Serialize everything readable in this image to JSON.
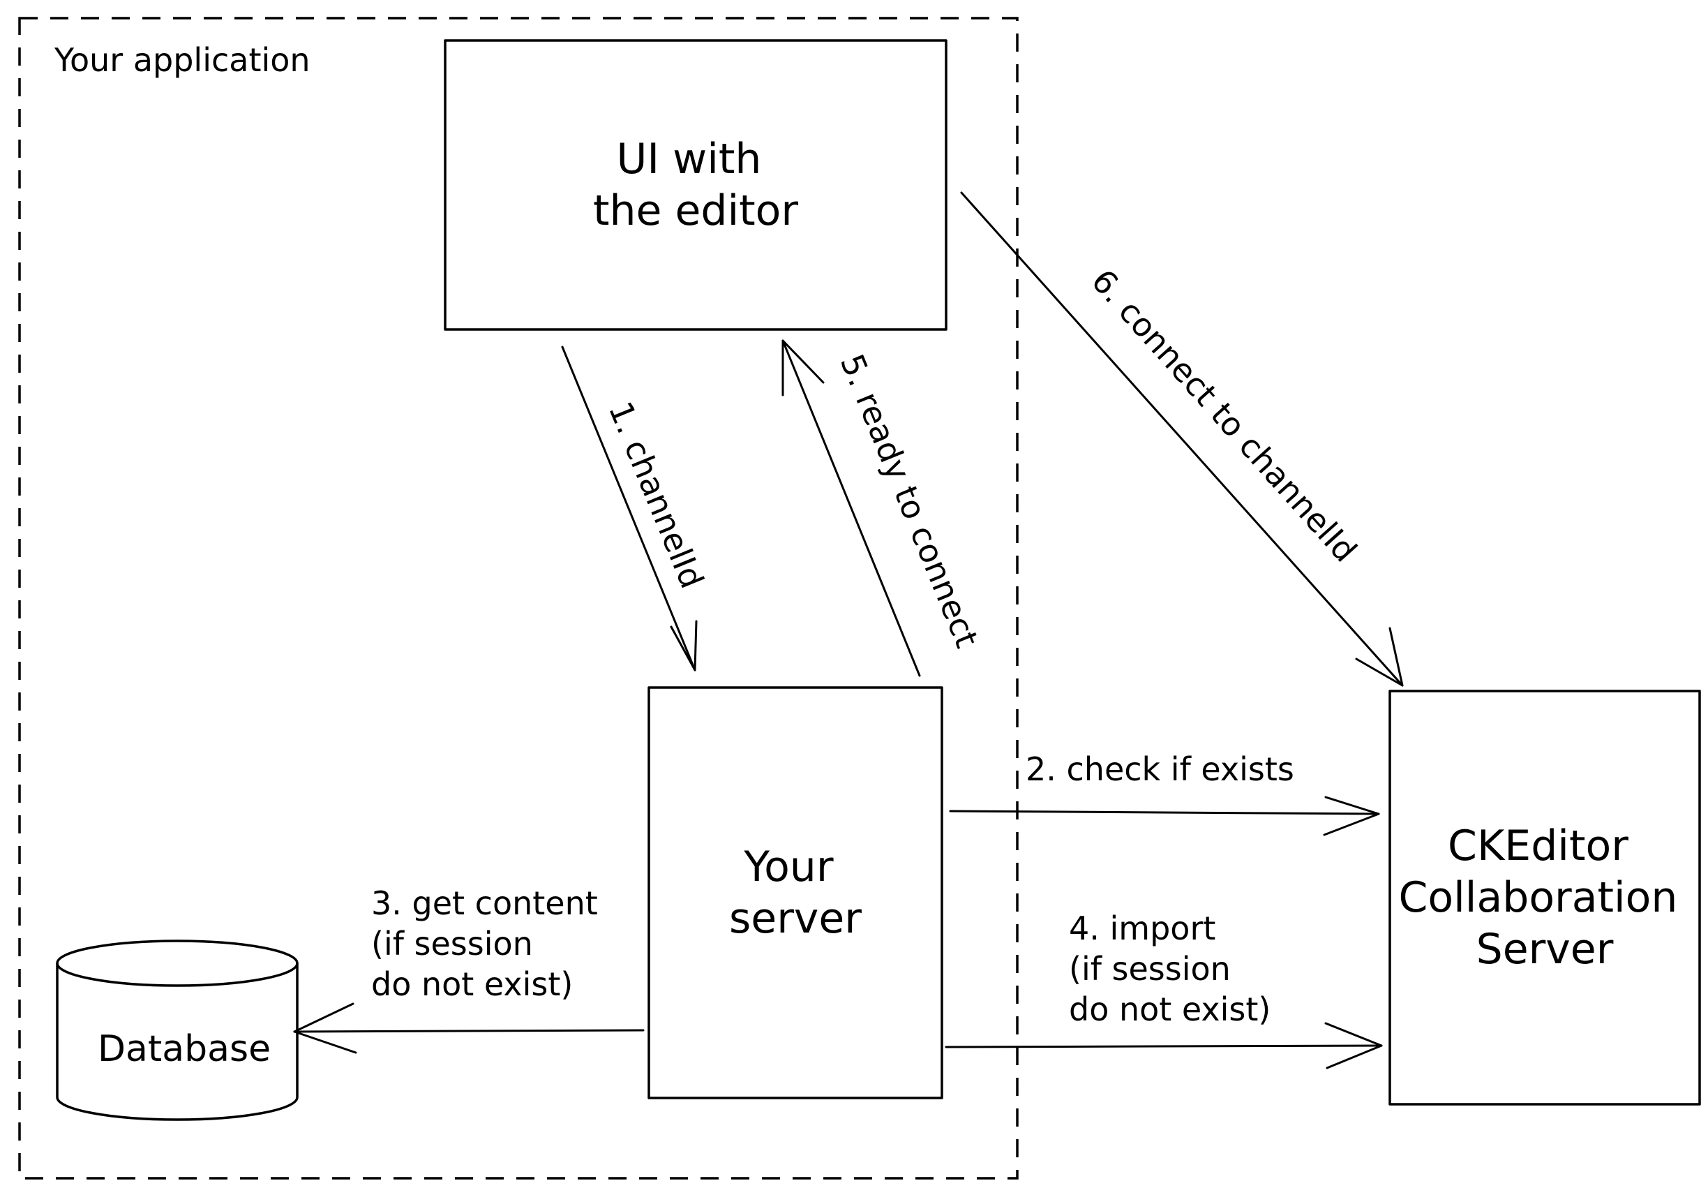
{
  "diagram": {
    "group": {
      "label": "Your application"
    },
    "nodes": {
      "ui_editor": {
        "line1": "UI with",
        "line2": "the editor"
      },
      "your_server": {
        "line1": "Your",
        "line2": "server"
      },
      "database": {
        "label": "Database"
      },
      "ck_server": {
        "line1": "CKEditor",
        "line2": "Collaboration",
        "line3": "Server"
      }
    },
    "edges": {
      "e1": {
        "label": "1. channelId"
      },
      "e2": {
        "label": "2. check if exists"
      },
      "e3": {
        "line1": "3. get content",
        "line2": "(if session",
        "line3": "do not exist)"
      },
      "e4": {
        "line1": "4. import",
        "line2": "(if session",
        "line3": "do not exist)"
      },
      "e5": {
        "label": "5. ready to connect"
      },
      "e6": {
        "label": "6. connect to channelId"
      }
    }
  },
  "colors": {
    "ink": "#000000",
    "background": "#ffffff"
  }
}
